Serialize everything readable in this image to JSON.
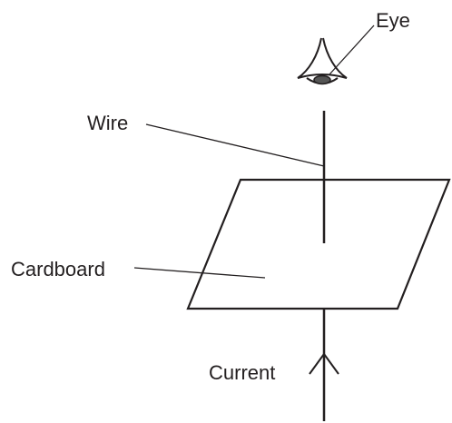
{
  "diagram": {
    "labels": {
      "eye": "Eye",
      "wire": "Wire",
      "cardboard": "Cardboard",
      "current": "Current"
    },
    "icons": {
      "eye": "eye-icon",
      "current_arrow": "up-arrow-icon"
    },
    "colors": {
      "ink": "#231f20",
      "pupil": "#555555"
    }
  }
}
